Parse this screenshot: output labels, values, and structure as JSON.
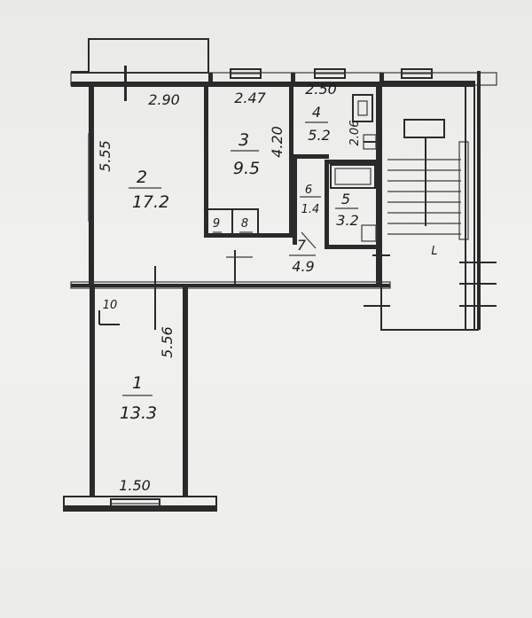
{
  "rooms": [
    {
      "num": "1",
      "area": "13.3"
    },
    {
      "num": "2",
      "area": "17.2"
    },
    {
      "num": "3",
      "area": "9.5"
    },
    {
      "num": "4",
      "area": "5.2"
    },
    {
      "num": "5",
      "area": "3.2"
    },
    {
      "num": "6",
      "area": "1.4"
    },
    {
      "num": "7",
      "area": "4.9"
    },
    {
      "num": "8",
      "area": ""
    },
    {
      "num": "9",
      "area": ""
    },
    {
      "num": "10",
      "area": ""
    }
  ],
  "dimensions": {
    "room2_width": "2.90",
    "room2_length": "5.55",
    "room3_width": "2.47",
    "room3_length": "4.20",
    "room4_width": "2.50",
    "room4_length": "2.06",
    "room1_length": "5.56",
    "room1_width": "1.50"
  },
  "stairwell_mark": "L"
}
